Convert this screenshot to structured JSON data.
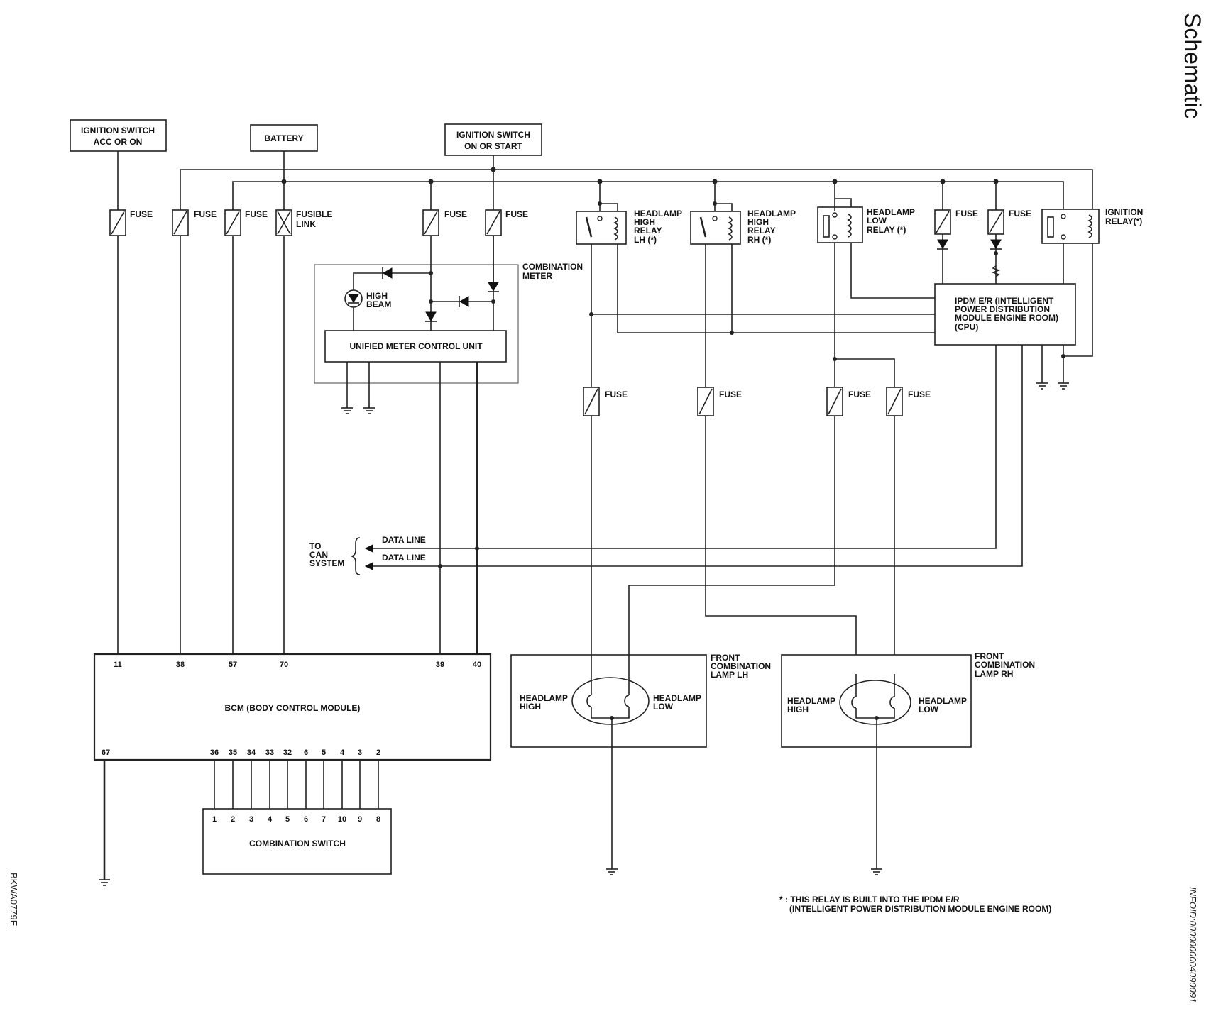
{
  "page_title": "Schematic",
  "sources": {
    "ign_acc": [
      "IGNITION SWITCH",
      "ACC OR ON"
    ],
    "battery": [
      "BATTERY"
    ],
    "ign_start": [
      "IGNITION SWITCH",
      "ON OR START"
    ]
  },
  "labels": {
    "fuse": "FUSE",
    "fusible_link": [
      "FUSIBLE",
      "LINK"
    ],
    "combination_meter": [
      "COMBINATION",
      "METER"
    ],
    "high_beam": [
      "HIGH",
      "BEAM"
    ],
    "unified_meter": "UNIFIED METER CONTROL UNIT",
    "relay_hi_lh": [
      "HEADLAMP",
      "HIGH",
      "RELAY",
      "LH (*)"
    ],
    "relay_hi_rh": [
      "HEADLAMP",
      "HIGH",
      "RELAY",
      "RH (*)"
    ],
    "relay_low": [
      "HEADLAMP",
      "LOW",
      "RELAY (*)"
    ],
    "ign_relay": [
      "IGNITION",
      "RELAY(*)"
    ],
    "ipdm": [
      "IPDM E/R (INTELLIGENT",
      "POWER DISTRIBUTION",
      "MODULE ENGINE ROOM)",
      "(CPU)"
    ],
    "can_to": [
      "TO",
      "CAN",
      "SYSTEM"
    ],
    "data_line": "DATA LINE",
    "bcm": "BCM (BODY CONTROL MODULE)",
    "combination_switch": "COMBINATION SWITCH",
    "lamp_lh": [
      "FRONT",
      "COMBINATION",
      "LAMP LH"
    ],
    "lamp_rh": [
      "FRONT",
      "COMBINATION",
      "LAMP RH"
    ],
    "headlamp_high": [
      "HEADLAMP",
      "HIGH"
    ],
    "headlamp_low": [
      "HEADLAMP",
      "LOW"
    ],
    "footnote": [
      "* : THIS RELAY IS BUILT INTO THE IPDM E/R",
      "(INTELLIGENT POWER DISTRIBUTION MODULE ENGINE ROOM)"
    ]
  },
  "bcm_top_pins": [
    "11",
    "38",
    "57",
    "70",
    "39",
    "40"
  ],
  "bcm_left_pin": "67",
  "bcm_bottom_pins": [
    "36",
    "35",
    "34",
    "33",
    "32",
    "6",
    "5",
    "4",
    "3",
    "2"
  ],
  "switch_pins": [
    "1",
    "2",
    "3",
    "4",
    "5",
    "6",
    "7",
    "10",
    "9",
    "8"
  ],
  "codes": {
    "left": "BKWA0779E",
    "right": "INFOID:0000000004090091"
  }
}
